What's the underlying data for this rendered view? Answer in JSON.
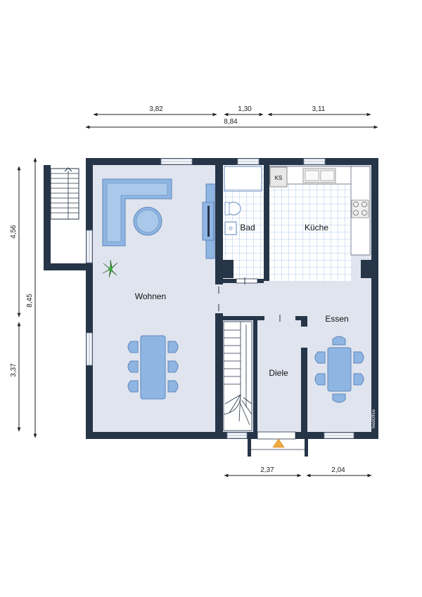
{
  "dimensions": {
    "top_segments": [
      "3,82",
      "1,30",
      "3,11"
    ],
    "top_total": "8,84",
    "left_upper": "4,56",
    "left_lower": "3,37",
    "left_total": "8,45",
    "bottom_left": "2,37",
    "bottom_right": "2,04"
  },
  "rooms": {
    "wohnen": "Wohnen",
    "bad": "Bad",
    "kueche": "Küche",
    "essen": "Essen",
    "diele": "Diele"
  },
  "labels": {
    "fridge": "KS",
    "brand": "feedOffice"
  },
  "colors": {
    "wall": "#263548",
    "floor": "#dfe4ee",
    "tile": "#ffffff",
    "tile_grid": "#9db7e6",
    "furniture": "#8fb6e2",
    "furniture_dark": "#5f86bd",
    "entrance": "#f2a93b"
  }
}
